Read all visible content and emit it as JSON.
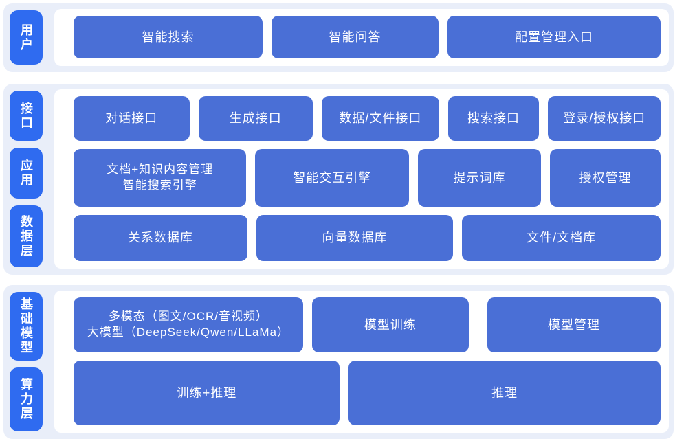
{
  "colors": {
    "block_blue": "#4a6fd6",
    "rail_blue": "#2f6bf0",
    "band_background": "#e9eef9",
    "panel_background": "#ffffff",
    "block_text": "#ffffff"
  },
  "layers": {
    "user": {
      "rail": "用户",
      "buttons": {
        "smart_search": "智能搜索",
        "smart_qa": "智能问答",
        "config_entry": "配置管理入口"
      }
    },
    "middle": {
      "rails": {
        "interface": "接口",
        "application": "应用",
        "data": "数据层"
      },
      "interface_row": {
        "dialog_api": "对话接口",
        "generation_api": "生成接口",
        "data_file_api": "数据/文件接口",
        "search_api": "搜索接口",
        "login_auth_api": "登录/授权接口"
      },
      "application_row": {
        "doc_engine_line1": "文档+知识内容管理",
        "doc_engine_line2": "智能搜索引擎",
        "interaction_engine": "智能交互引擎",
        "prompt_library": "提示词库",
        "auth_management": "授权管理"
      },
      "data_row": {
        "relational_db": "关系数据库",
        "vector_db": "向量数据库",
        "file_doc_store": "文件/文档库"
      }
    },
    "model": {
      "rails": {
        "foundation_model": "基础模型",
        "compute": "算力层"
      },
      "model_row": {
        "multimodal_line1": "多模态（图文/OCR/音视频）",
        "multimodal_line2": "大模型（DeepSeek/Qwen/LLaMa）",
        "model_training": "模型训练",
        "model_management": "模型管理"
      },
      "compute_row": {
        "training_inference": "训练+推理",
        "inference": "推理"
      }
    }
  }
}
